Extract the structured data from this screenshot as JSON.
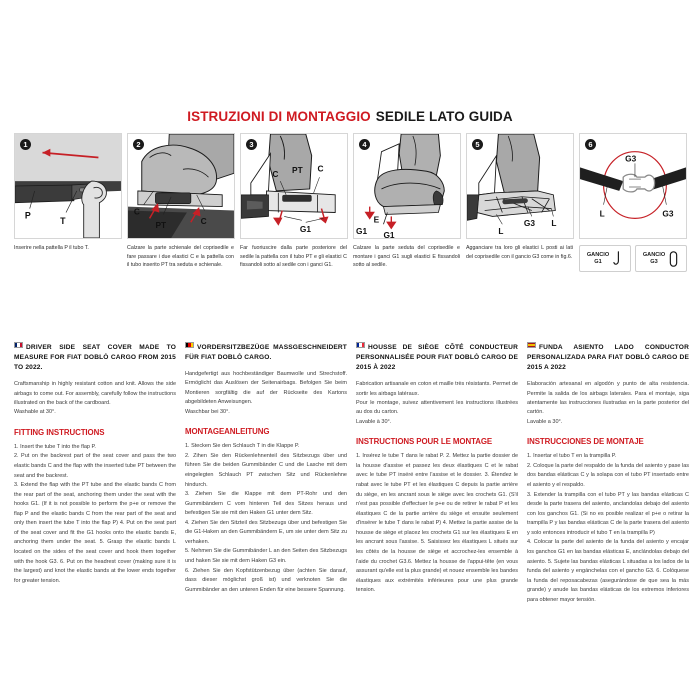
{
  "header": {
    "title_red": "ISTRUZIONI DI MONTAGGIO",
    "title_black": "SEDILE LATO GUIDA"
  },
  "panels": [
    {
      "number": "1",
      "caption": "Inserire nella pattella P il tubo T.",
      "labels": [
        "P",
        "T"
      ]
    },
    {
      "number": "2",
      "caption": "Calzare la parte schienale del coprisedile e fare passare i due elastici C e la pattella con il tubo inserito PT tra seduta e schienale.",
      "labels": [
        "C",
        "PT",
        "C"
      ]
    },
    {
      "number": "3",
      "caption": "Far fuoriuscire dalla parte posteriore del sedile la pattella con il tubo PT e gli elastici C fissandoli sotto al sedile con i ganci G1.",
      "labels": [
        "C",
        "PT",
        "C",
        "G1"
      ]
    },
    {
      "number": "4",
      "caption": "Calzare la parte seduta del coprisedile e montare i ganci G1 sugli elastici E fissandoli sotto al sedile.",
      "labels": [
        "E",
        "G1",
        "G1"
      ]
    },
    {
      "number": "5",
      "caption": "Agganciare tra loro gli elastici L posti ai lati del coprisedile con il gancio G3 come in fig.6.",
      "caption_bold_tail": "fig.6",
      "labels": [
        "L",
        "G3",
        "L"
      ]
    },
    {
      "number": "6",
      "caption": "",
      "labels": [
        "G3",
        "L",
        "L"
      ]
    }
  ],
  "hooks": [
    {
      "word": "GANCIO",
      "code": "G1",
      "glyph": "hook-open-icon"
    },
    {
      "word": "GANCIO",
      "code": "G3",
      "glyph": "hook-loop-icon"
    }
  ],
  "columns": [
    {
      "lang": "en",
      "flag": [
        "#012169",
        "#ffffff",
        "#c8102e"
      ],
      "title": "DRIVER SIDE SEAT COVER MADE TO MEASURE FOR FIAT DOBLÒ CARGO FROM 2015 TO 2022.",
      "body": "Craftsmanship in highly resistant cotton and knit. Allows the side airbags to come out. For assembly, carefully follow the instructions illustrated on the back of the cardboard.\nWashable at 30°.",
      "subtitle": "FITTING INSTRUCTIONS",
      "steps": "1. Insert the tube T into the flap P.\n2. Put on the backrest part of the seat cover and pass the two elastic bands C and the flap with the inserted tube PT between the seat and the backrest.\n3. Extend the flap with the PT tube and the elastic bands C from the rear part of the seat, anchoring them under the seat with the hooks G1. (If it is not possible to perform the p+e or remove the flap P and the elastic bands C from the rear part of the seat and only then insert the tube T into the flap P) 4. Put on the seat part of the seat cover and fit the G1 hooks onto the elastic bands E, anchoring them under the seat. 5. Grasp the elastic bands L located on the sides of the seat cover and hook them together with the hook G3. 6. Put on the headrest cover (making sure it is the largest) and knot the elastic bands at the lower ends together for greater tension."
    },
    {
      "lang": "de",
      "flag": [
        "#000000",
        "#dd0000",
        "#ffce00"
      ],
      "title": "VORDERSITZBEZÜGE MASSGESCHNEIDERT FÜR FIAT DOBLÒ CARGO.",
      "body": "Handgefertigt aus hochbeständiger Baumwolle und Strechstoff. Ermöglicht das Auslösen der Seitenairbags. Befolgen Sie beim Montieren sorgfältig die auf der Rückseite des Kartons abgebildeten Anweisungen.\nWaschbar bei 30°.",
      "subtitle": "MONTAGEANLEITUNG",
      "steps": "1. Stecken Sie den Schlauch T in die Klappe P.\n2. Zihen Sie den Rückenlehnenteil des Sitzbezugs über und führen Sie die beiden Gummibänder C und die Lasche mit dem eingelegten Schlauch PT zwischen Sitz und Rückenlehne hindurch.\n3. Ziehen Sie die Klappe mit dem PT-Rohr und den Gummibändern C vom hinteren Teil des Sitzes heraus und befestigen Sie sie mit den Haken G1 unter dem Sitz.\n4. Ziehen Sie den Sitzteil des Sitzbezugs über und befestigen Sie die G1-Haken an den Gummibändern E, um sie unter dem Sitz zu verhaken.\n5. Nehmen Sie die Gummibänder L an den Seiten des Sitzbezugs und haken Sie sie mit dem Haken G3 ein.\n6. Ziehen Sie den Kopfstützenbezug über (achten Sie darauf, dass dieser möglichst groß ist) und verknoten Sie die Gummibänder an den unteren Enden für eine bessere Spannung."
    },
    {
      "lang": "fr",
      "flag": [
        "#002395",
        "#ffffff",
        "#ed2939"
      ],
      "title": "HOUSSE DE SIÈGE CÔTÉ CONDUCTEUR PERSONNALISÉE POUR FIAT DOBLÒ CARGO DE 2015 À 2022",
      "body": "Fabrication artisanale en coton et maille très résistants. Permet de sortir les airbags latéraux.\nPour le montage, suivez attentivement les instructions illustrées au dos du carton.\nLavable à 30°.",
      "subtitle": "INSTRUCTIONS POUR LE MONTAGE",
      "steps": "1. Insérez le tube T dans le rabat P. 2. Mettez la partie dossier de la housse d'assise et passez les deux élastiques C et le rabat avec le tube PT inséré entre l'assise et le dossier. 3. Étendez le rabat avec le tube PT et les élastiques C depuis la partie arrière du siège, en les ancrant sous le siège avec les crochets G1. (S'il n'est pas possible d'effectuer le p+e ou de retirer le rabat P et les élastiques C de la partie arrière du siège et ensuite seulement d'insérer le tube T dans le rabat P) 4. Mettez la partie assise de la housse de siège et placez les crochets G1 sur les élastiques E en les ancrant sous l'assise. 5. Saisissez les élastiques L situés sur les côtés de la housse de siège et accrochez-les ensemble à l'aide du crochet G3.6. Mettez la housse de l'appui-tête (en vous assurant qu'elle est la plus grande) et nouez ensemble les bandes élastiques aux extrémités inférieures pour une plus grande tension."
    },
    {
      "lang": "es",
      "flag": [
        "#aa151b",
        "#f1bf00",
        "#aa151b"
      ],
      "title": "FUNDA ASIENTO LADO CONDUCTOR PERSONALIZADA PARA FIAT DOBLÒ CARGO DE 2015 A 2022",
      "body": "Elaboración artesanal en algodón y punto de alta resistencia. Permite la salida de los airbags laterales. Para el montaje, siga atentamente las instrucciones ilustradas en la parte posterior del cartón.\nLavable a 30°.",
      "subtitle": "INSTRUCCIONES DE MONTAJE",
      "steps": "1. Insertar el tubo T en la trampilla P.\n2. Coloque la parte del respaldo de la funda del asiento y pase las dos bandas elásticas C y la solapa con el tubo PT insertado entre el asiento y el respaldo.\n3. Extender la trampilla con el tubo PT y las bandas elásticas C desde la parte trasera del asiento, anclandolas debajo del asiento con los ganchos G1. (Si no es posible realizar el p+e o retirar la trampilla P y las bandas elásticas C de la parte trasera del asiento y solo entonces introducir el tubo T en la trampilla P)\n4. Colocar la parte del asiento de la funda del asiento y encajar los ganchos G1 en las bandas elásticas E, anclándolas debajo del asiento. 5. Sujete las bandas elásticas L situadas a los lados de la funda del asiento y engánchelas con el gancho G3. 6. Colóquese la funda del reposacabezas (asegurándose de que sea la más grande) y anude las bandas elásticas de los extremos inferiores para obtener mayor tensión."
    }
  ]
}
